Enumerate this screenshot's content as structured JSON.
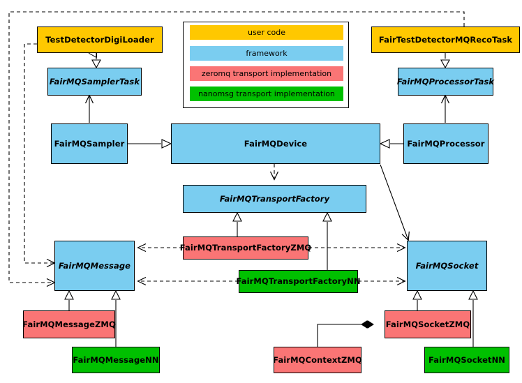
{
  "diagram": {
    "title": "FairMQ class hierarchy diagram",
    "type": "uml-class-diagram",
    "colors": {
      "user_code": "#FFC800",
      "framework": "#7ACDF0",
      "zeromq": "#FA7575",
      "nanomsg": "#00C000",
      "line": "#2b2b2b",
      "background": "#FFFFFF"
    },
    "legend": {
      "name": "legend",
      "items": [
        {
          "label": "user code",
          "color": "#FFC800"
        },
        {
          "label": "framework",
          "color": "#7ACDF0"
        },
        {
          "label": "zeromq transport implementation",
          "color": "#FA7575"
        },
        {
          "label": "nanomsg transport implementation",
          "color": "#00C000"
        }
      ]
    },
    "nodes": [
      {
        "id": "TestDetectorDigiLoader",
        "label": "TestDetectorDigiLoader",
        "category": "user code",
        "abstract": false
      },
      {
        "id": "FairTestDetectorMQRecoTask",
        "label": "FairTestDetectorMQRecoTask",
        "category": "user code",
        "abstract": false
      },
      {
        "id": "FairMQSamplerTask",
        "label": "FairMQSamplerTask",
        "category": "framework",
        "abstract": true
      },
      {
        "id": "FairMQProcessorTask",
        "label": "FairMQProcessorTask",
        "category": "framework",
        "abstract": true
      },
      {
        "id": "FairMQSampler",
        "label": "FairMQSampler",
        "category": "framework",
        "abstract": false
      },
      {
        "id": "FairMQDevice",
        "label": "FairMQDevice",
        "category": "framework",
        "abstract": false
      },
      {
        "id": "FairMQProcessor",
        "label": "FairMQProcessor",
        "category": "framework",
        "abstract": false
      },
      {
        "id": "FairMQTransportFactory",
        "label": "FairMQTransportFactory",
        "category": "framework",
        "abstract": true
      },
      {
        "id": "FairMQTransportFactoryZMQ",
        "label": "FairMQTransportFactoryZMQ",
        "category": "zeromq",
        "abstract": false
      },
      {
        "id": "FairMQTransportFactoryNN",
        "label": "FairMQTransportFactoryNN",
        "category": "nanomsg",
        "abstract": false
      },
      {
        "id": "FairMQMessage",
        "label": "FairMQMessage",
        "category": "framework",
        "abstract": true
      },
      {
        "id": "FairMQSocket",
        "label": "FairMQSocket",
        "category": "framework",
        "abstract": true
      },
      {
        "id": "FairMQMessageZMQ",
        "label": "FairMQMessageZMQ",
        "category": "zeromq",
        "abstract": false
      },
      {
        "id": "FairMQMessageNN",
        "label": "FairMQMessageNN",
        "category": "nanomsg",
        "abstract": false
      },
      {
        "id": "FairMQSocketZMQ",
        "label": "FairMQSocketZMQ",
        "category": "zeromq",
        "abstract": false
      },
      {
        "id": "FairMQSocketNN",
        "label": "FairMQSocketNN",
        "category": "nanomsg",
        "abstract": false
      },
      {
        "id": "FairMQContextZMQ",
        "label": "FairMQContextZMQ",
        "category": "zeromq",
        "abstract": false
      }
    ],
    "edges": [
      {
        "from": "TestDetectorDigiLoader",
        "to": "FairMQSamplerTask",
        "kind": "generalization"
      },
      {
        "from": "FairTestDetectorMQRecoTask",
        "to": "FairMQProcessorTask",
        "kind": "generalization"
      },
      {
        "from": "FairMQSamplerTask",
        "to": "FairMQSampler",
        "kind": "association"
      },
      {
        "from": "FairMQProcessorTask",
        "to": "FairMQProcessor",
        "kind": "association"
      },
      {
        "from": "FairMQSampler",
        "to": "FairMQDevice",
        "kind": "generalization"
      },
      {
        "from": "FairMQProcessor",
        "to": "FairMQDevice",
        "kind": "generalization"
      },
      {
        "from": "FairMQDevice",
        "to": "FairMQTransportFactory",
        "kind": "dependency"
      },
      {
        "from": "FairMQDevice",
        "to": "FairMQSocket",
        "kind": "association"
      },
      {
        "from": "FairMQTransportFactoryZMQ",
        "to": "FairMQTransportFactory",
        "kind": "generalization"
      },
      {
        "from": "FairMQTransportFactoryNN",
        "to": "FairMQTransportFactory",
        "kind": "generalization"
      },
      {
        "from": "FairMQTransportFactoryZMQ",
        "to": "FairMQMessage",
        "kind": "dependency"
      },
      {
        "from": "FairMQTransportFactoryZMQ",
        "to": "FairMQSocket",
        "kind": "dependency"
      },
      {
        "from": "FairMQTransportFactoryNN",
        "to": "FairMQMessage",
        "kind": "dependency"
      },
      {
        "from": "FairMQTransportFactoryNN",
        "to": "FairMQSocket",
        "kind": "dependency"
      },
      {
        "from": "TestDetectorDigiLoader",
        "to": "FairMQMessage",
        "kind": "dependency"
      },
      {
        "from": "FairTestDetectorMQRecoTask",
        "to": "FairMQMessage",
        "kind": "dependency"
      },
      {
        "from": "FairMQMessageZMQ",
        "to": "FairMQMessage",
        "kind": "generalization"
      },
      {
        "from": "FairMQMessageNN",
        "to": "FairMQMessage",
        "kind": "generalization"
      },
      {
        "from": "FairMQSocketZMQ",
        "to": "FairMQSocket",
        "kind": "generalization"
      },
      {
        "from": "FairMQSocketNN",
        "to": "FairMQSocket",
        "kind": "generalization"
      },
      {
        "from": "FairMQContextZMQ",
        "to": "FairMQSocketZMQ",
        "kind": "composition"
      }
    ]
  }
}
